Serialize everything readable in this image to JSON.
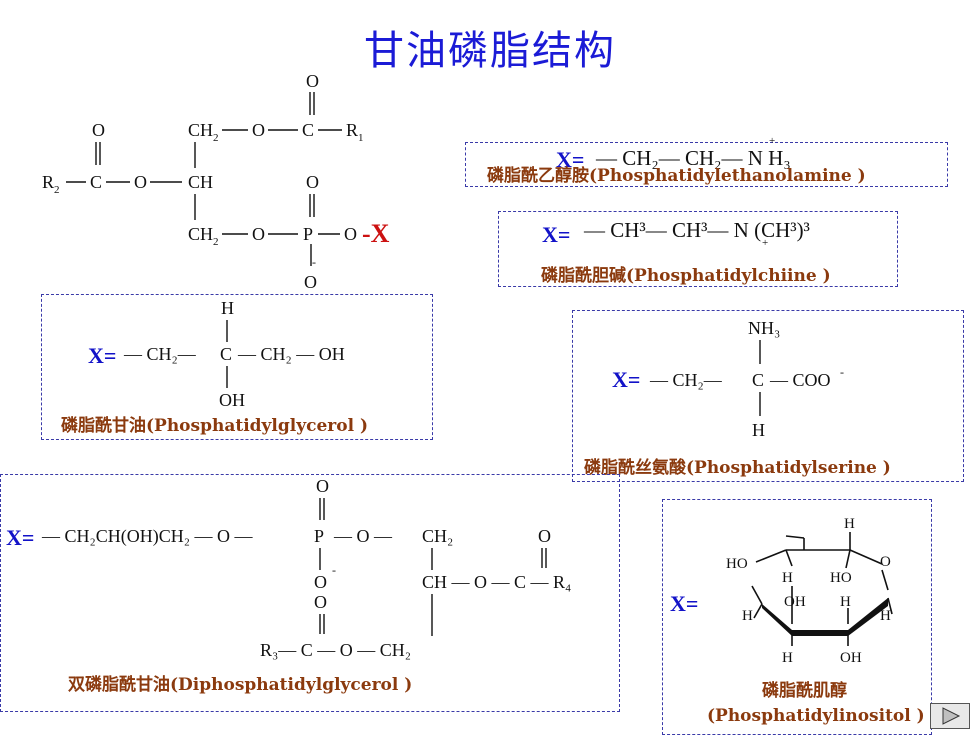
{
  "title": "甘油磷脂结构",
  "accent_colors": {
    "title": "#1b1bd6",
    "x_label": "#1212c8",
    "caption": "#8b3a0e",
    "x_main": "#cc1111"
  },
  "main_structure": {
    "o_top": "O",
    "ch2_top": "CH",
    "o_top_link": "O",
    "c_top": "C",
    "r1": "R",
    "o_left": "O",
    "r2": "R",
    "c_left": "C",
    "o_mid": "O",
    "ch": "CH",
    "o_p_top": "O",
    "ch2_bottom": "CH",
    "o_bottom_link": "O",
    "p": "P",
    "o_right": "O",
    "x": "-X",
    "o_minus": "O",
    "sub_2": "2",
    "sub_1": "1",
    "minus": "-"
  },
  "pe": {
    "x_label": "X=",
    "formula": "— CH₂— CH₂— N H₃",
    "plus": "+",
    "caption": "磷脂酰乙醇胺(Phosphatidylethanolamine )"
  },
  "pc": {
    "x_label": "X=",
    "formula": "— CH³— CH³— N (CH³)³",
    "plus": "+",
    "caption": "磷脂酰胆碱(Phosphatidylchiine )"
  },
  "pg": {
    "x_label": "X=",
    "h": "H",
    "oh": "OH",
    "c": "C",
    "chain_left": "— CH₂—",
    "chain_right": "— CH₂ — OH",
    "caption": "磷脂酰甘油(Phosphatidylglycerol )"
  },
  "ps": {
    "x_label": "X=",
    "nh3": "NH₃",
    "h": "H",
    "c": "C",
    "chain_left": "— CH₂—",
    "chain_right": "— COO",
    "minus": "-",
    "caption": "磷脂酰丝氨酸(Phosphatidylserine )"
  },
  "dpg": {
    "x_label": "X=",
    "chain": "— CH₂CH(OH)CH₂ — O —",
    "p": "P",
    "o_top": "O",
    "o_minus": "O",
    "minus": "-",
    "o_link": "— O —",
    "ch2_a": "CH₂",
    "ch": "CH — O — C — R₄",
    "o_ester": "O",
    "o_c": "O",
    "bottom_chain": "R₃— C — O — CH₂",
    "caption": "双磷脂酰甘油(Diphosphatidylglycerol )"
  },
  "pi": {
    "x_label": "X=",
    "ho_left": "HO",
    "ho_mid": "HO",
    "h_top": "H",
    "h1": "H",
    "h2": "H",
    "h3": "H",
    "o_right": "O",
    "oh1": "OH",
    "h_bl": "H",
    "h_br": "H",
    "oh_bottom": "OH",
    "h_bottom": "H",
    "caption_cn": "磷脂酰肌醇",
    "caption_en": "(Phosphatidylinositol )"
  },
  "nav": {
    "next_icon": "play-next-icon"
  }
}
